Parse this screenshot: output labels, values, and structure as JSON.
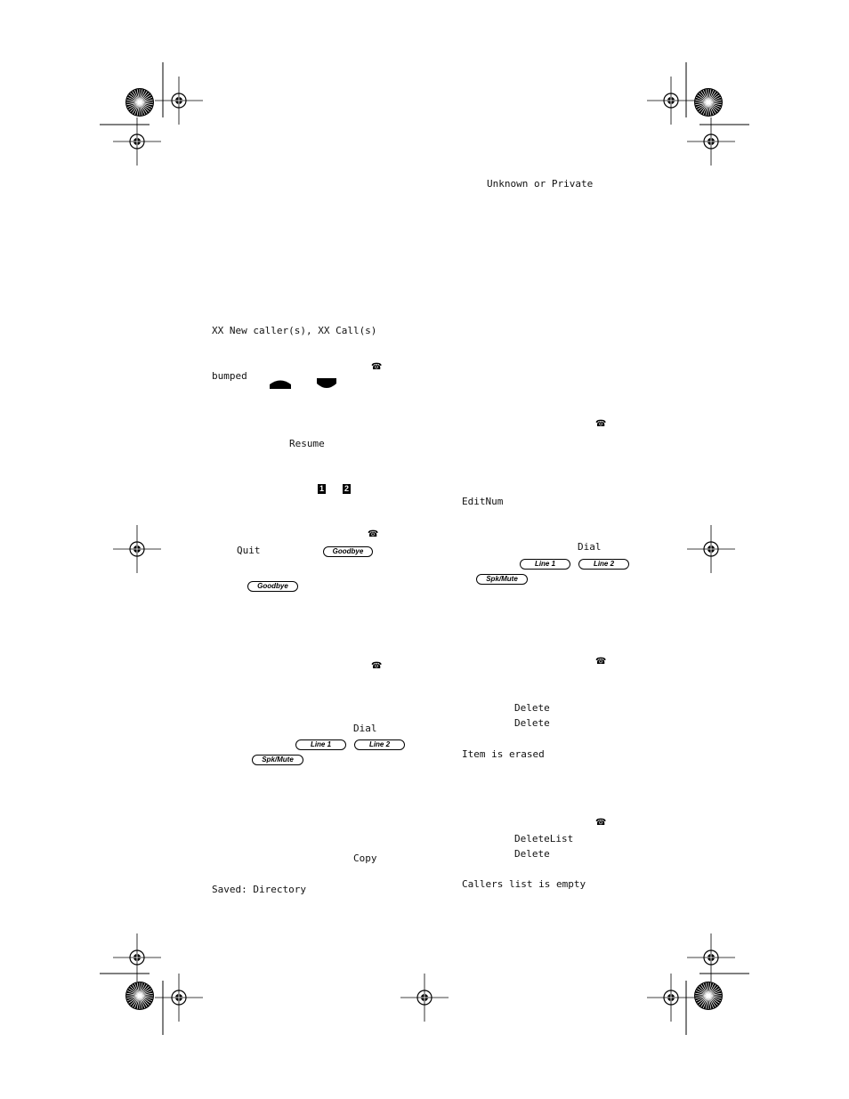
{
  "left_column": {
    "new_callers_line1": "XX New caller(s), XX Call(s)",
    "new_callers_line2": "bumped",
    "resume_label": "Resume",
    "key1_label": "1",
    "key2_label": "2",
    "quit_label": "Quit",
    "goodbye_button_1": "Goodbye",
    "goodbye_button_2": "Goodbye",
    "dial_label": "Dial",
    "line1_button": "Line 1",
    "line2_button": "Line 2",
    "spk_mute_button": "Spk/Mute",
    "copy_label": "Copy",
    "saved_directory": "Saved: Directory"
  },
  "right_column": {
    "unknown_private": "Unknown or Private",
    "edit_num": "EditNum",
    "dial_label": "Dial",
    "line1_button": "Line 1",
    "line2_button": "Line 2",
    "spk_mute_button": "Spk/Mute",
    "delete_label_1": "Delete",
    "delete_label_2": "Delete",
    "item_erased": "Item is erased",
    "delete_list_label": "DeleteList",
    "delete_label_3": "Delete",
    "callers_list_empty": "Callers list is empty"
  },
  "icons": {
    "phone_icon": "phone-icon",
    "up_arrow": "up-arrow-key-icon",
    "down_arrow": "down-arrow-key-icon",
    "registration_mark": "registration-mark-icon",
    "starburst_mark": "starburst-mark-icon"
  }
}
